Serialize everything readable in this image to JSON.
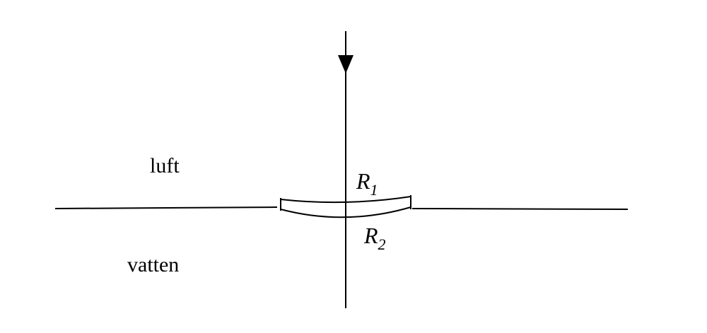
{
  "labels": {
    "air": "luft",
    "water": "vatten",
    "surface_1": "R",
    "surface_1_index": "1",
    "surface_2": "R",
    "surface_2_index": "2"
  },
  "colors": {
    "line": "#000000",
    "background": "#ffffff"
  }
}
